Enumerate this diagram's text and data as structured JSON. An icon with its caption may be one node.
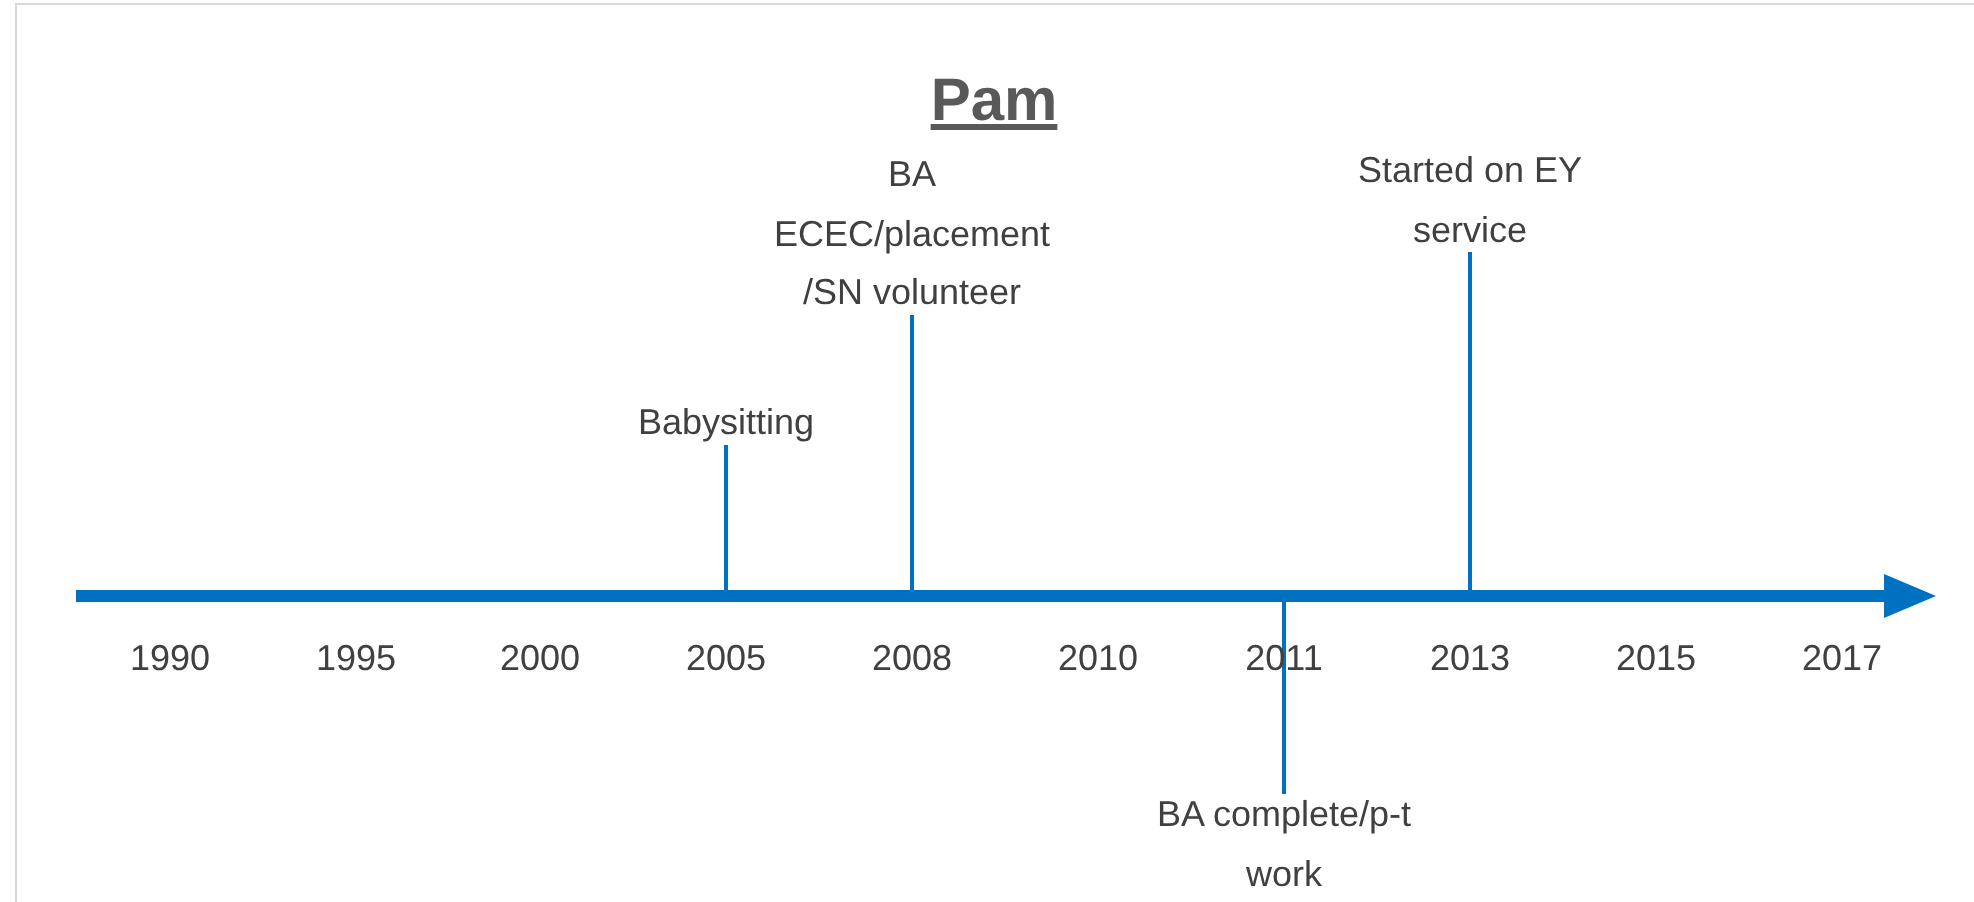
{
  "diagram": {
    "title": "Pam",
    "nodes": [
      {
        "text": [
          "Babysitting"
        ]
      },
      {
        "text": [
          "BA ECEC/placement /SN volunteer"
        ]
      },
      {
        "text": [
          "Started on EY service"
        ]
      },
      {
        "text": [
          "BA complete/p-t work"
        ]
      }
    ],
    "edges": [
      {
        "from": 0,
        "to": null,
        "arrow": "none"
      },
      {
        "from": 1,
        "to": null,
        "arrow": "none"
      },
      {
        "from": 2,
        "to": null,
        "arrow": "none"
      },
      {
        "from": 3,
        "to": null,
        "arrow": "none"
      }
    ],
    "labels": [
      "1990",
      "1995",
      "2000",
      "2005",
      "2008",
      "2010",
      "2011",
      "2013",
      "2015",
      "2017"
    ]
  }
}
